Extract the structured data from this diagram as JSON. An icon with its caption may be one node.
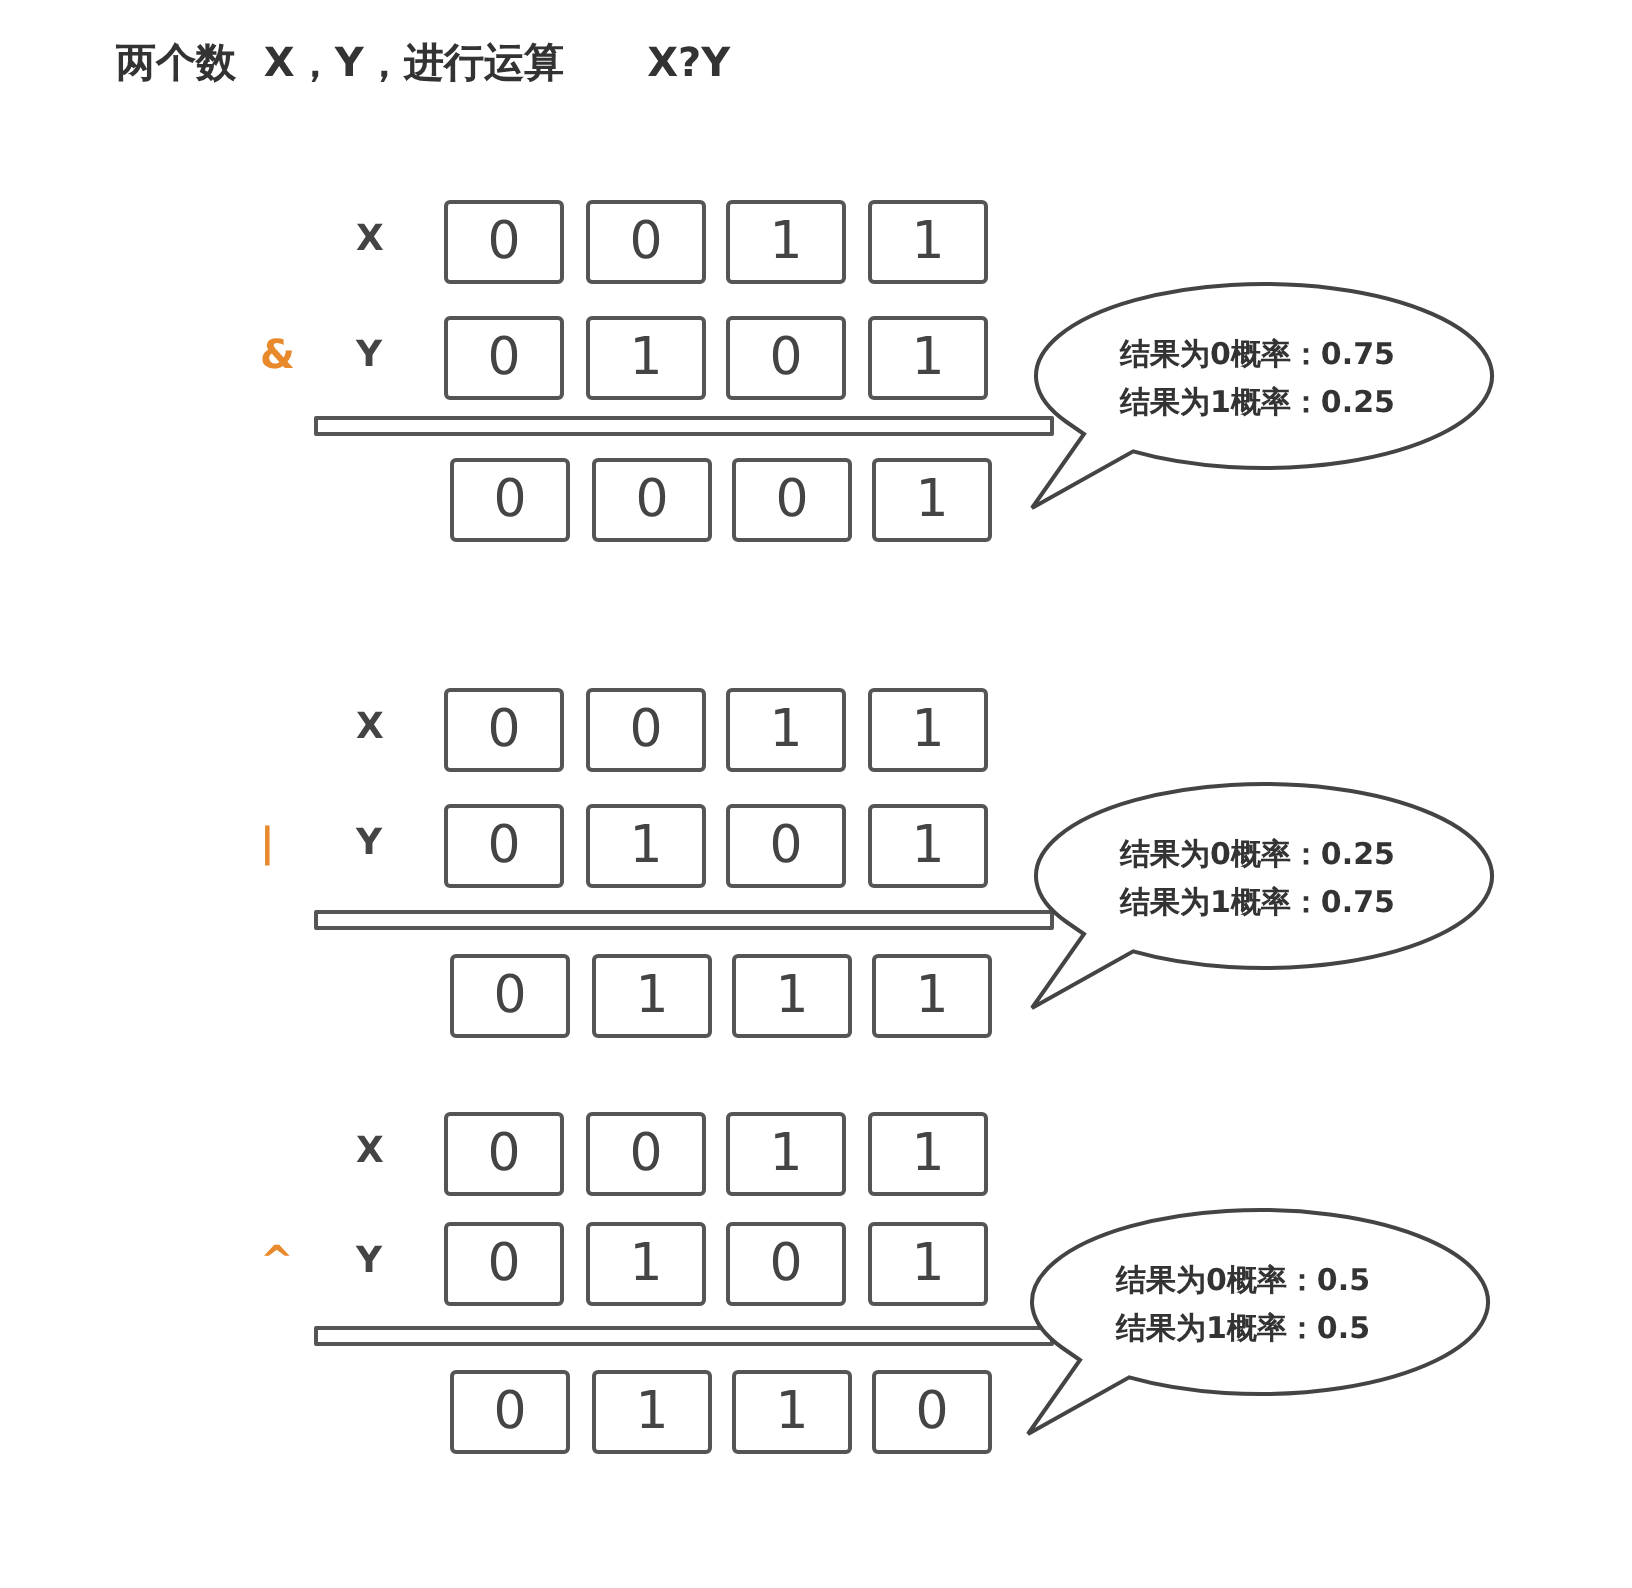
{
  "diagram": {
    "title": "两个数  X，Y，进行运算      X?Y",
    "nodes": [
      {
        "text": [
          "0"
        ]
      },
      {
        "text": [
          "0"
        ]
      },
      {
        "text": [
          "1"
        ]
      },
      {
        "text": [
          "1"
        ]
      },
      {
        "text": [
          "0"
        ]
      },
      {
        "text": [
          "1"
        ]
      },
      {
        "text": [
          "0"
        ]
      },
      {
        "text": [
          "1"
        ]
      },
      {
        "text": [
          "结果为0概率：0.75",
          "结果为1概率：0.25"
        ]
      },
      {
        "text": [
          "0"
        ]
      },
      {
        "text": [
          "0"
        ]
      },
      {
        "text": [
          "0"
        ]
      },
      {
        "text": [
          "1"
        ]
      },
      {
        "text": [
          "0"
        ]
      },
      {
        "text": [
          "0"
        ]
      },
      {
        "text": [
          "1"
        ]
      },
      {
        "text": [
          "1"
        ]
      },
      {
        "text": [
          "0"
        ]
      },
      {
        "text": [
          "1"
        ]
      },
      {
        "text": [
          "0"
        ]
      },
      {
        "text": [
          "1"
        ]
      },
      {
        "text": [
          "结果为0概率：0.25",
          "结果为1概率：0.75"
        ]
      },
      {
        "text": [
          "0"
        ]
      },
      {
        "text": [
          "1"
        ]
      },
      {
        "text": [
          "1"
        ]
      },
      {
        "text": [
          "1"
        ]
      },
      {
        "text": [
          "0"
        ]
      },
      {
        "text": [
          "0"
        ]
      },
      {
        "text": [
          "1"
        ]
      },
      {
        "text": [
          "1"
        ]
      },
      {
        "text": [
          "0"
        ]
      },
      {
        "text": [
          "1"
        ]
      },
      {
        "text": [
          "0"
        ]
      },
      {
        "text": [
          "1"
        ]
      },
      {
        "text": [
          "结果为0概率：0.5",
          "结果为1概率：0.5"
        ]
      },
      {
        "text": [
          "0"
        ]
      },
      {
        "text": [
          "1"
        ]
      },
      {
        "text": [
          "1"
        ]
      },
      {
        "text": [
          "0"
        ]
      }
    ],
    "labels": [
      "X",
      "&",
      "Y",
      "X",
      "|",
      "Y",
      "X",
      "^",
      "Y"
    ]
  }
}
